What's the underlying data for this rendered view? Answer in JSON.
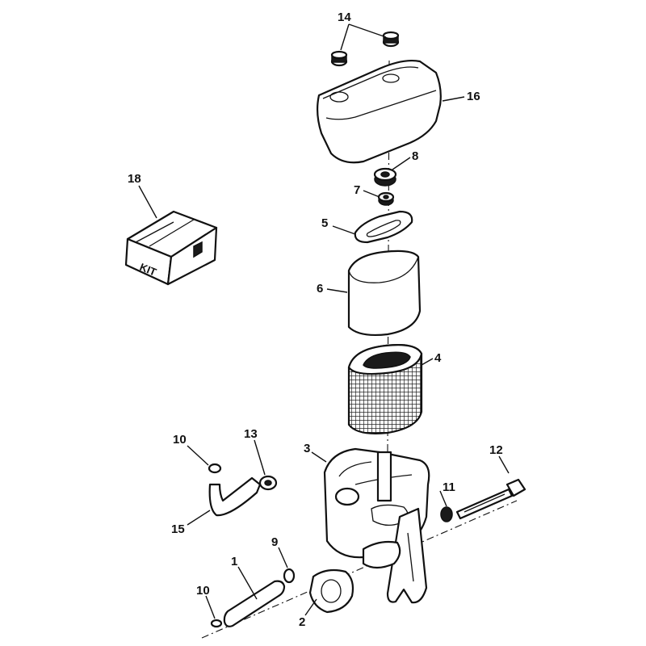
{
  "diagram": {
    "callouts": [
      {
        "id": "c1",
        "label": "1"
      },
      {
        "id": "c2",
        "label": "2"
      },
      {
        "id": "c3",
        "label": "3"
      },
      {
        "id": "c4",
        "label": "4"
      },
      {
        "id": "c5",
        "label": "5"
      },
      {
        "id": "c6",
        "label": "6"
      },
      {
        "id": "c7",
        "label": "7"
      },
      {
        "id": "c8",
        "label": "8"
      },
      {
        "id": "c9",
        "label": "9"
      },
      {
        "id": "c10a",
        "label": "10"
      },
      {
        "id": "c10b",
        "label": "10"
      },
      {
        "id": "c11",
        "label": "11"
      },
      {
        "id": "c12",
        "label": "12"
      },
      {
        "id": "c13",
        "label": "13"
      },
      {
        "id": "c14",
        "label": "14"
      },
      {
        "id": "c15",
        "label": "15"
      },
      {
        "id": "c16",
        "label": "16"
      },
      {
        "id": "c18",
        "label": "18"
      }
    ],
    "kit_box_label": "KIT"
  }
}
